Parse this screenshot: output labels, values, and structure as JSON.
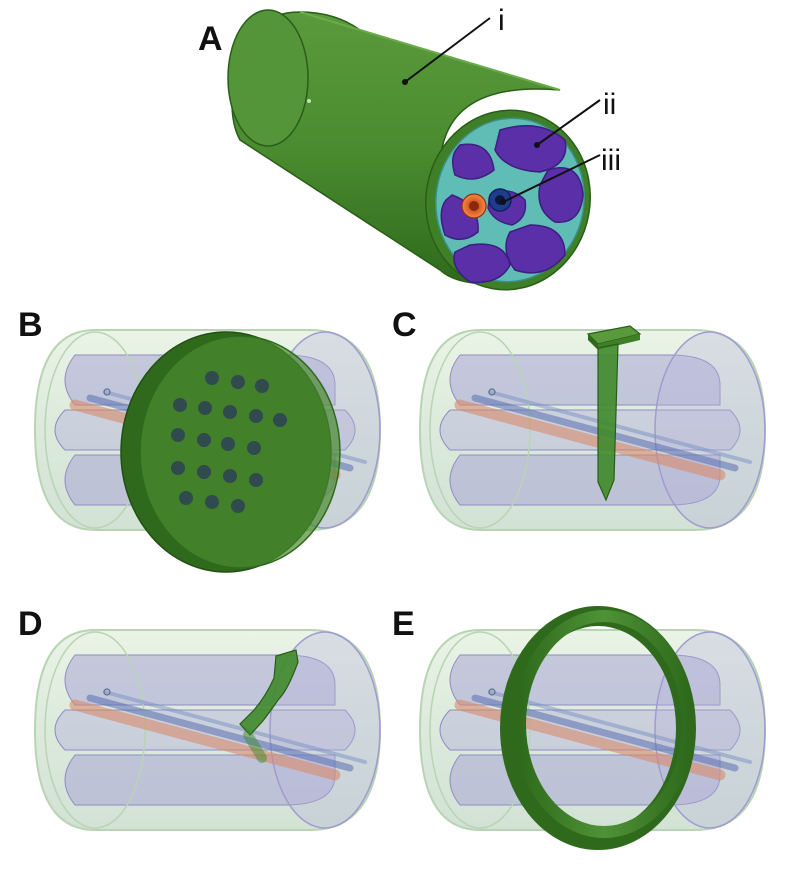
{
  "figure": {
    "panels": [
      {
        "id": "A",
        "letter": "A"
      },
      {
        "id": "B",
        "letter": "B"
      },
      {
        "id": "C",
        "letter": "C"
      },
      {
        "id": "D",
        "letter": "D"
      },
      {
        "id": "E",
        "letter": "E"
      }
    ],
    "callouts": [
      {
        "id": "i",
        "label": "i"
      },
      {
        "id": "ii",
        "label": "ii"
      },
      {
        "id": "iii",
        "label": "iii"
      }
    ]
  },
  "colors": {
    "outer_green": "#4a8c2f",
    "outer_green_dark": "#2f6a1c",
    "end_cap_teal": "#5fbdb6",
    "lobe_purple": "#5a2fa8",
    "lobe_purple_dark": "#3d1f80",
    "center_blue": "#1f3d8c",
    "tube_orange": "#e06a2c",
    "ghost_green": "#cfe6c9",
    "ghost_purple": "#a9a6d6",
    "accessory_green": "#3f8a2a"
  }
}
